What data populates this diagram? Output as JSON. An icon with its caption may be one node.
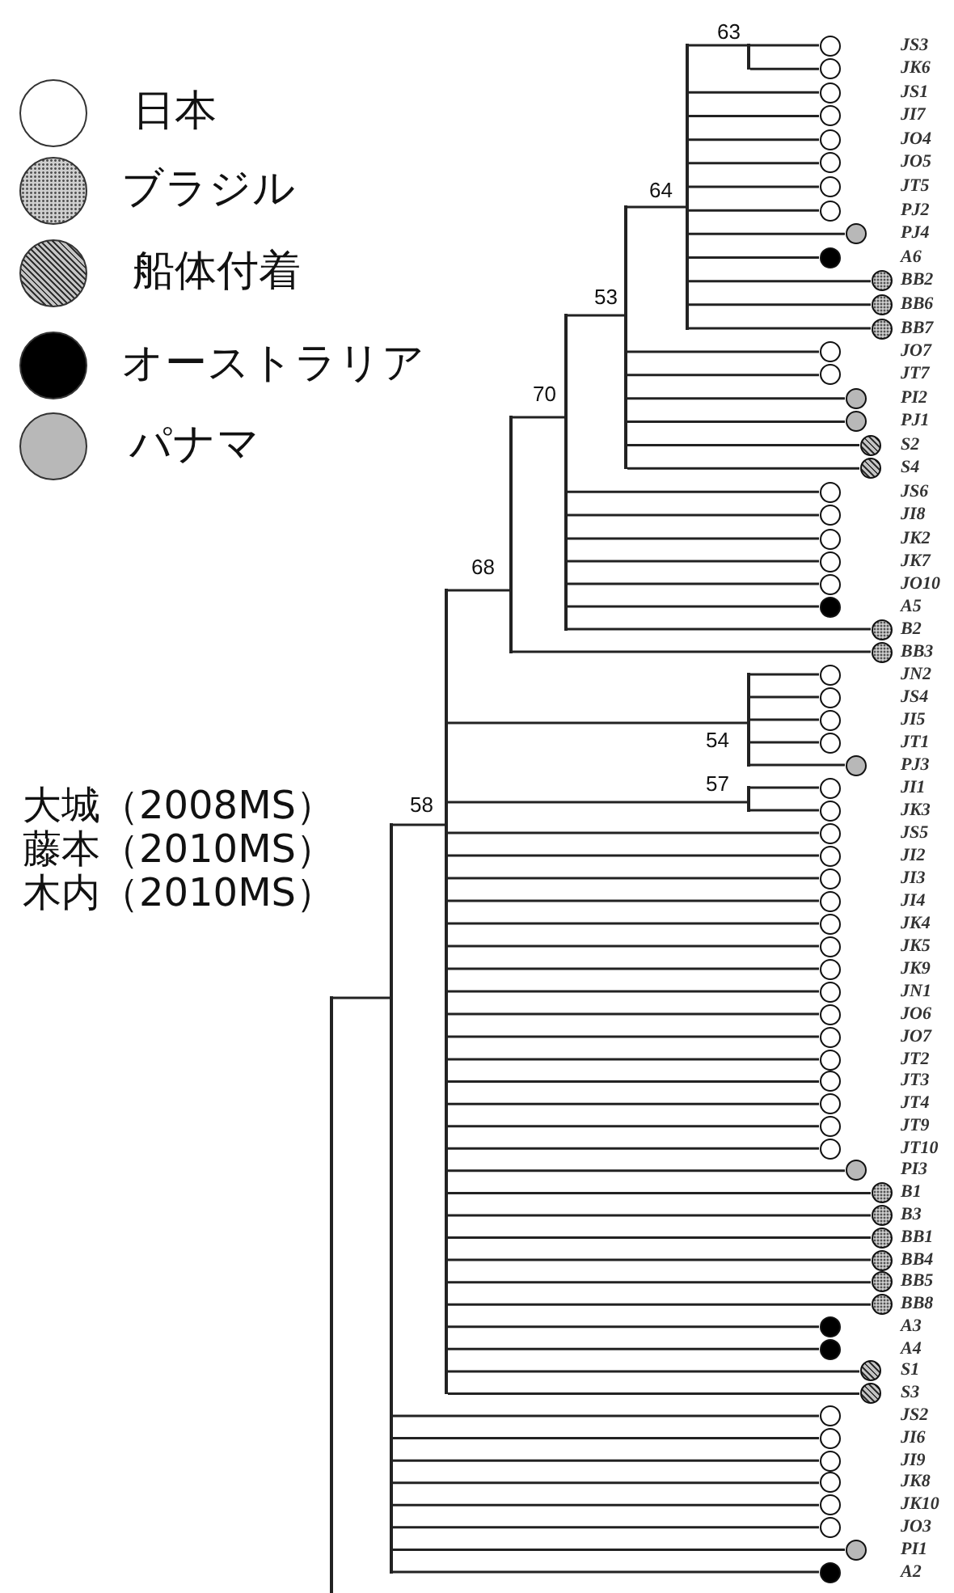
{
  "diagram": {
    "nodes": [
      {
        "text": [
          "JS3"
        ]
      },
      {
        "text": [
          "JK6"
        ]
      },
      {
        "text": [
          "JS1"
        ]
      },
      {
        "text": [
          "JI7"
        ]
      },
      {
        "text": [
          "JO4"
        ]
      },
      {
        "text": [
          "JO5"
        ]
      },
      {
        "text": [
          "JT5"
        ]
      },
      {
        "text": [
          "PJ2"
        ]
      },
      {
        "text": [
          "PJ4"
        ]
      },
      {
        "text": [
          "A6"
        ]
      },
      {
        "text": [
          "BB2"
        ]
      },
      {
        "text": [
          "BB6"
        ]
      },
      {
        "text": [
          "BB7"
        ]
      },
      {
        "text": [
          "JO7"
        ]
      },
      {
        "text": [
          "JT7"
        ]
      },
      {
        "text": [
          "PI2"
        ]
      },
      {
        "text": [
          "PJ1"
        ]
      },
      {
        "text": [
          "S2"
        ]
      },
      {
        "text": [
          "S4"
        ]
      },
      {
        "text": [
          "JS6"
        ]
      },
      {
        "text": [
          "JI8"
        ]
      },
      {
        "text": [
          "JK2"
        ]
      },
      {
        "text": [
          "JK7"
        ]
      },
      {
        "text": [
          "JO10"
        ]
      },
      {
        "text": [
          "A5"
        ]
      },
      {
        "text": [
          "B2"
        ]
      },
      {
        "text": [
          "BB3"
        ]
      },
      {
        "text": [
          "JN2"
        ]
      },
      {
        "text": [
          "JS4"
        ]
      },
      {
        "text": [
          "JI5"
        ]
      },
      {
        "text": [
          "JT1"
        ]
      },
      {
        "text": [
          "PJ3"
        ]
      },
      {
        "text": [
          "JI1"
        ]
      },
      {
        "text": [
          "JK3"
        ]
      },
      {
        "text": [
          "JS5"
        ]
      },
      {
        "text": [
          "JI2"
        ]
      },
      {
        "text": [
          "JI3"
        ]
      },
      {
        "text": [
          "JI4"
        ]
      },
      {
        "text": [
          "JK4"
        ]
      },
      {
        "text": [
          "JK5"
        ]
      },
      {
        "text": [
          "JK9"
        ]
      },
      {
        "text": [
          "JN1"
        ]
      },
      {
        "text": [
          "JO6"
        ]
      },
      {
        "text": [
          "JO7"
        ]
      },
      {
        "text": [
          "JT2"
        ]
      },
      {
        "text": [
          "JT3"
        ]
      },
      {
        "text": [
          "JT4"
        ]
      },
      {
        "text": [
          "JT9"
        ]
      },
      {
        "text": [
          "JT10"
        ]
      },
      {
        "text": [
          "PI3"
        ]
      },
      {
        "text": [
          "B1"
        ]
      },
      {
        "text": [
          "B3"
        ]
      },
      {
        "text": [
          "BB1"
        ]
      },
      {
        "text": [
          "BB4"
        ]
      },
      {
        "text": [
          "BB5"
        ]
      },
      {
        "text": [
          "BB8"
        ]
      },
      {
        "text": [
          "A3"
        ]
      },
      {
        "text": [
          "A4"
        ]
      },
      {
        "text": [
          "S1"
        ]
      },
      {
        "text": [
          "S3"
        ]
      },
      {
        "text": [
          "JS2"
        ]
      },
      {
        "text": [
          "JI6"
        ]
      },
      {
        "text": [
          "JI9"
        ]
      },
      {
        "text": [
          "JK8"
        ]
      },
      {
        "text": [
          "JK10"
        ]
      },
      {
        "text": [
          "JO3"
        ]
      },
      {
        "text": [
          "PI1"
        ]
      },
      {
        "text": [
          "A2"
        ]
      },
      {
        "text": [],
        "shape": "bar"
      },
      {
        "text": [],
        "shape": "bar"
      },
      {
        "text": [],
        "shape": "bar",
        "beside": [
          "58"
        ]
      },
      {
        "text": [],
        "shape": "bar",
        "beside": [
          "68"
        ]
      },
      {
        "text": [],
        "shape": "bar",
        "beside": [
          "70"
        ]
      },
      {
        "text": [],
        "shape": "bar",
        "beside": [
          "53"
        ]
      },
      {
        "text": [],
        "shape": "bar",
        "beside": [
          "64"
        ]
      },
      {
        "text": [],
        "shape": "bar",
        "beside": [
          "63"
        ]
      },
      {
        "text": [],
        "shape": "bar",
        "beside": [
          "54"
        ]
      },
      {
        "text": [],
        "shape": "bar",
        "beside": [
          "57"
        ]
      }
    ],
    "edges": [
      {
        "from": 75,
        "to": 0,
        "arrow": "none"
      },
      {
        "from": 75,
        "to": 1,
        "arrow": "none"
      },
      {
        "from": 74,
        "to": 75,
        "arrow": "none"
      },
      {
        "from": 74,
        "to": 2,
        "arrow": "none"
      },
      {
        "from": 74,
        "to": 3,
        "arrow": "none"
      },
      {
        "from": 74,
        "to": 4,
        "arrow": "none"
      },
      {
        "from": 74,
        "to": 5,
        "arrow": "none"
      },
      {
        "from": 74,
        "to": 6,
        "arrow": "none"
      },
      {
        "from": 74,
        "to": 7,
        "arrow": "none"
      },
      {
        "from": 74,
        "to": 8,
        "arrow": "none"
      },
      {
        "from": 74,
        "to": 9,
        "arrow": "none"
      },
      {
        "from": 74,
        "to": 10,
        "arrow": "none"
      },
      {
        "from": 74,
        "to": 11,
        "arrow": "none"
      },
      {
        "from": 74,
        "to": 12,
        "arrow": "none"
      },
      {
        "from": 73,
        "to": 74,
        "arrow": "none"
      },
      {
        "from": 73,
        "to": 13,
        "arrow": "none"
      },
      {
        "from": 73,
        "to": 14,
        "arrow": "none"
      },
      {
        "from": 73,
        "to": 15,
        "arrow": "none"
      },
      {
        "from": 73,
        "to": 16,
        "arrow": "none"
      },
      {
        "from": 73,
        "to": 17,
        "arrow": "none"
      },
      {
        "from": 73,
        "to": 18,
        "arrow": "none"
      },
      {
        "from": 72,
        "to": 73,
        "arrow": "none"
      },
      {
        "from": 72,
        "to": 19,
        "arrow": "none"
      },
      {
        "from": 72,
        "to": 20,
        "arrow": "none"
      },
      {
        "from": 72,
        "to": 21,
        "arrow": "none"
      },
      {
        "from": 72,
        "to": 22,
        "arrow": "none"
      },
      {
        "from": 72,
        "to": 23,
        "arrow": "none"
      },
      {
        "from": 72,
        "to": 24,
        "arrow": "none"
      },
      {
        "from": 72,
        "to": 25,
        "arrow": "none"
      },
      {
        "from": 71,
        "to": 72,
        "arrow": "none"
      },
      {
        "from": 71,
        "to": 26,
        "arrow": "none"
      },
      {
        "from": 70,
        "to": 71,
        "arrow": "none"
      },
      {
        "from": 70,
        "to": 76,
        "arrow": "none"
      },
      {
        "from": 70,
        "to": 77,
        "arrow": "none"
      },
      {
        "from": 70,
        "to": 34,
        "arrow": "none"
      },
      {
        "from": 70,
        "to": 35,
        "arrow": "none"
      },
      {
        "from": 70,
        "to": 36,
        "arrow": "none"
      },
      {
        "from": 70,
        "to": 37,
        "arrow": "none"
      },
      {
        "from": 70,
        "to": 38,
        "arrow": "none"
      },
      {
        "from": 70,
        "to": 39,
        "arrow": "none"
      },
      {
        "from": 70,
        "to": 40,
        "arrow": "none"
      },
      {
        "from": 70,
        "to": 41,
        "arrow": "none"
      },
      {
        "from": 70,
        "to": 42,
        "arrow": "none"
      },
      {
        "from": 70,
        "to": 43,
        "arrow": "none"
      },
      {
        "from": 70,
        "to": 44,
        "arrow": "none"
      },
      {
        "from": 70,
        "to": 45,
        "arrow": "none"
      },
      {
        "from": 70,
        "to": 46,
        "arrow": "none"
      },
      {
        "from": 70,
        "to": 47,
        "arrow": "none"
      },
      {
        "from": 70,
        "to": 48,
        "arrow": "none"
      },
      {
        "from": 70,
        "to": 49,
        "arrow": "none"
      },
      {
        "from": 70,
        "to": 50,
        "arrow": "none"
      },
      {
        "from": 70,
        "to": 51,
        "arrow": "none"
      },
      {
        "from": 70,
        "to": 52,
        "arrow": "none"
      },
      {
        "from": 70,
        "to": 53,
        "arrow": "none"
      },
      {
        "from": 70,
        "to": 54,
        "arrow": "none"
      },
      {
        "from": 70,
        "to": 55,
        "arrow": "none"
      },
      {
        "from": 70,
        "to": 56,
        "arrow": "none"
      },
      {
        "from": 70,
        "to": 57,
        "arrow": "none"
      },
      {
        "from": 70,
        "to": 58,
        "arrow": "none"
      },
      {
        "from": 70,
        "to": 59,
        "arrow": "none"
      },
      {
        "from": 76,
        "to": 27,
        "arrow": "none"
      },
      {
        "from": 76,
        "to": 28,
        "arrow": "none"
      },
      {
        "from": 76,
        "to": 29,
        "arrow": "none"
      },
      {
        "from": 76,
        "to": 30,
        "arrow": "none"
      },
      {
        "from": 76,
        "to": 31,
        "arrow": "none"
      },
      {
        "from": 77,
        "to": 32,
        "arrow": "none"
      },
      {
        "from": 77,
        "to": 33,
        "arrow": "none"
      },
      {
        "from": 69,
        "to": 70,
        "arrow": "none"
      },
      {
        "from": 69,
        "to": 60,
        "arrow": "none"
      },
      {
        "from": 69,
        "to": 61,
        "arrow": "none"
      },
      {
        "from": 69,
        "to": 62,
        "arrow": "none"
      },
      {
        "from": 69,
        "to": 63,
        "arrow": "none"
      },
      {
        "from": 69,
        "to": 64,
        "arrow": "none"
      },
      {
        "from": 69,
        "to": 65,
        "arrow": "none"
      },
      {
        "from": 69,
        "to": 66,
        "arrow": "none"
      },
      {
        "from": 69,
        "to": 67,
        "arrow": "none"
      },
      {
        "from": 68,
        "to": 69,
        "arrow": "none"
      }
    ],
    "labels": [
      "大城（2008MS）",
      "藤本（2010MS）",
      "木内（2010MS）"
    ],
    "legend": [
      {
        "text": "日本",
        "color": "#ffffff"
      },
      {
        "text": "ブラジル",
        "color": "#cfcfcf"
      },
      {
        "text": "船体付着",
        "color": "#c4c4c4"
      },
      {
        "text": "オーストラリア",
        "color": "#000000"
      },
      {
        "text": "パナマ",
        "color": "#b8b8b8"
      }
    ]
  }
}
